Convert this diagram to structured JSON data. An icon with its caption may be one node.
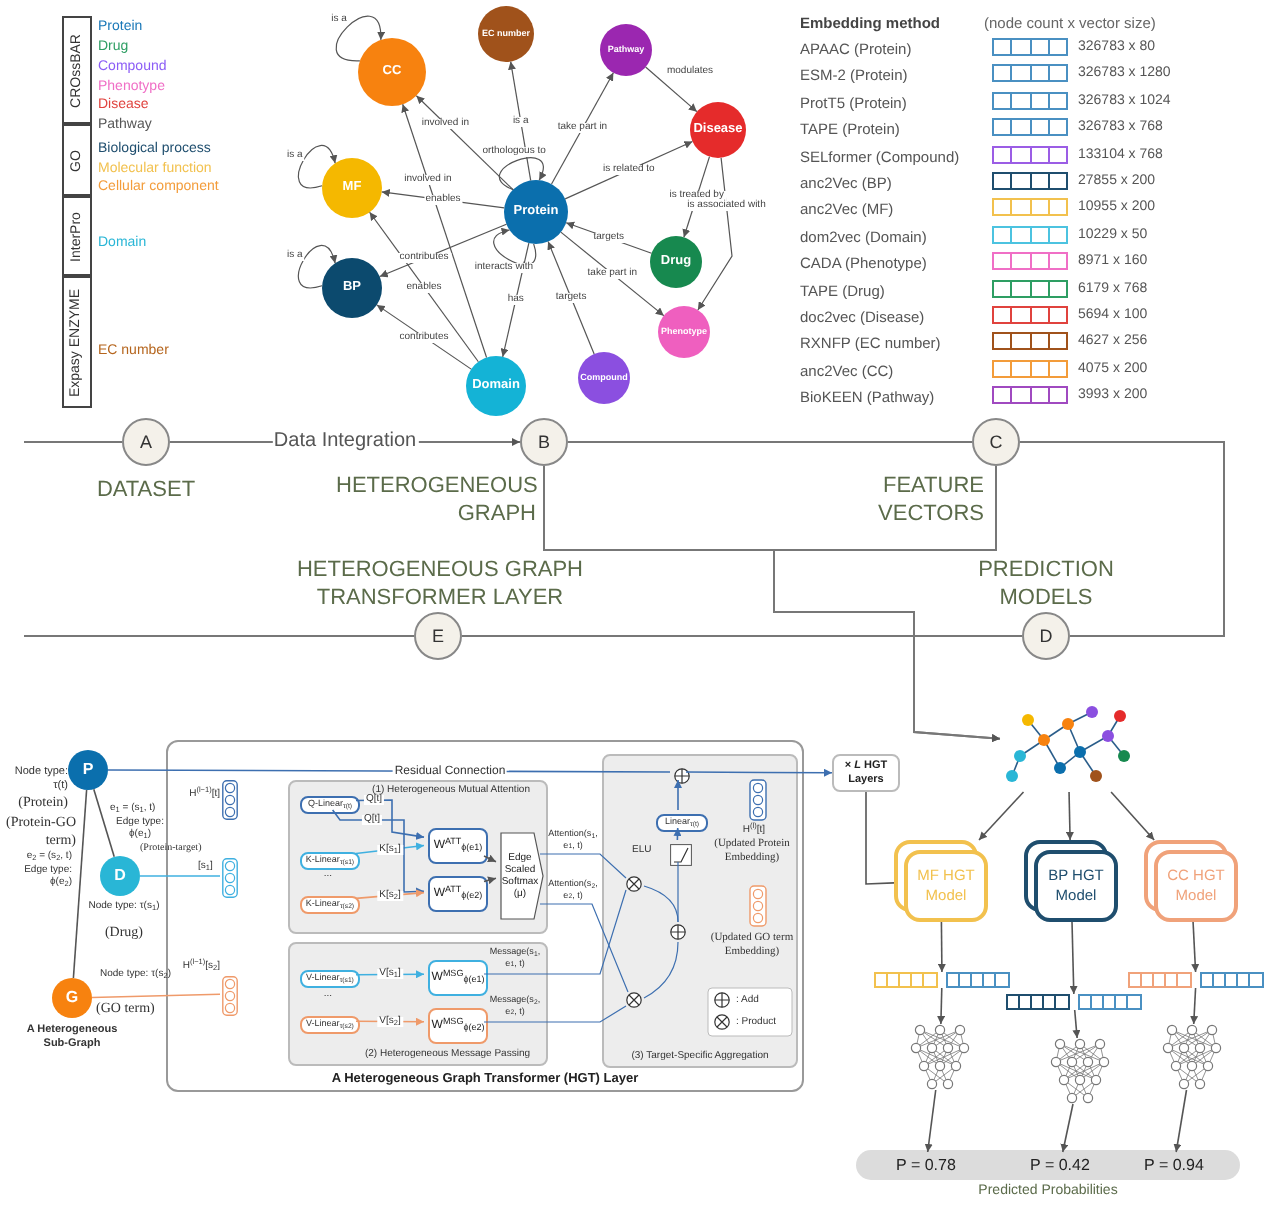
{
  "diagram": {
    "nodes": [
      {
        "text": [
          "CROssBAR"
        ]
      },
      {
        "text": [
          "GO"
        ]
      },
      {
        "text": [
          "InterPro"
        ]
      },
      {
        "text": [
          "Expasy ENZYME"
        ]
      },
      {
        "text": [
          "CC"
        ]
      },
      {
        "text": [
          "EC number"
        ]
      },
      {
        "text": [
          "Pathway"
        ]
      },
      {
        "text": [
          "MF"
        ]
      },
      {
        "text": [
          "Protein"
        ]
      },
      {
        "text": [
          "Disease"
        ]
      },
      {
        "text": [
          "BP"
        ]
      },
      {
        "text": [
          "Drug"
        ]
      },
      {
        "text": [
          "Domain"
        ]
      },
      {
        "text": [
          "Compound"
        ]
      },
      {
        "text": [
          "Phenotype"
        ]
      },
      {
        "text": [
          "A"
        ],
        "beside": [
          "DATASET"
        ]
      },
      {
        "text": [
          "B"
        ],
        "beside": [
          "HETEROGENEOUS GRAPH"
        ]
      },
      {
        "text": [
          "C"
        ],
        "beside": [
          "FEATURE VECTORS"
        ]
      },
      {
        "text": [
          "D"
        ],
        "beside": [
          "PREDICTION MODELS"
        ]
      },
      {
        "text": [
          "E"
        ],
        "beside": [
          "HETEROGENEOUS GRAPH TRANSFORMER LAYER"
        ]
      },
      {
        "text": [
          "P"
        ]
      },
      {
        "text": [
          "D"
        ]
      },
      {
        "text": [
          "G"
        ]
      },
      {
        "text": [
          "A Heterogeneous Graph Transformer (HGT) Layer"
        ]
      },
      {
        "text": [
          "(1) Heterogeneous Mutual Attention"
        ],
        "in": 23
      },
      {
        "text": [
          "Q-Linear$_{τ(t)}$"
        ],
        "in": 24
      },
      {
        "text": [
          "K-Linear$_{τ(s1)}$"
        ],
        "in": 24
      },
      {
        "text": [
          "K-Linear$_{τ(s2)}$"
        ],
        "in": 24
      },
      {
        "text": [
          "W$^{ATT}$$_{ϕ(e1)}$"
        ],
        "in": 24
      },
      {
        "text": [
          "W$^{ATT}$$_{ϕ(e2)}$"
        ],
        "in": 24
      },
      {
        "text": [
          "Edge Scaled Softmax (μ)"
        ],
        "in": 24
      },
      {
        "text": [
          "(2) Heterogeneous Message Passing"
        ],
        "in": 23
      },
      {
        "text": [
          "V-Linear$_{τ(s1)}$"
        ],
        "in": 31
      },
      {
        "text": [
          "V-Linear$_{τ(s2)}$"
        ],
        "in": 31
      },
      {
        "text": [
          "W$^{MSG}$$_{ϕ(e1)}$"
        ],
        "in": 31
      },
      {
        "text": [
          "W$^{MSG}$$_{ϕ(e2)}$"
        ],
        "in": 31
      },
      {
        "text": [
          "(3) Target-Specific Aggregation"
        ],
        "in": 23
      },
      {
        "text": [
          "× *L* HGT Layers"
        ]
      },
      {
        "text": [],
        "shape": "picture"
      },
      {
        "text": [
          "MF HGT Model"
        ]
      },
      {
        "text": [
          "BP HGT Model"
        ]
      },
      {
        "text": [
          "CC HGT Model"
        ]
      },
      {
        "text": [],
        "shape": "box"
      },
      {
        "text": [],
        "shape": "box"
      },
      {
        "text": [],
        "shape": "box"
      },
      {
        "text": [],
        "shape": "picture"
      },
      {
        "text": [],
        "shape": "picture"
      },
      {
        "text": [],
        "shape": "picture"
      },
      {
        "text": [],
        "shape": "bar",
        "beside": [
          "Predicted Probabilities"
        ]
      },
      {
        "text": [
          "P = 0.78"
        ],
        "in": 48
      },
      {
        "text": [
          "P = 0.42"
        ],
        "in": 48
      },
      {
        "text": [
          "P = 0.94"
        ],
        "in": 48
      },
      {
        "text": [
          "Linear$_{τ(t)}$"
        ],
        "in": 36
      },
      {
        "text": [],
        "shape": "box",
        "in": 23
      },
      {
        "text": [],
        "shape": "box",
        "in": 23
      },
      {
        "text": [],
        "shape": "box",
        "in": 23
      },
      {
        "text": [],
        "shape": "box",
        "in": 36,
        "beside": [
          "ELU"
        ]
      },
      {
        "text": [],
        "shape": "circle",
        "in": 36
      }
    ],
    "edges": [
      {
        "from": 4,
        "to": 4,
        "label": "is a",
        "arrow": "to"
      },
      {
        "from": 7,
        "to": 7,
        "label": "is a",
        "arrow": "to"
      },
      {
        "from": 10,
        "to": 10,
        "label": "is a",
        "arrow": "to"
      },
      {
        "from": 8,
        "to": 4,
        "label": "involved in",
        "arrow": "to"
      },
      {
        "from": 12,
        "to": 4,
        "label": "involved in",
        "arrow": "to"
      },
      {
        "from": 8,
        "to": 5,
        "label": "is a",
        "arrow": "to"
      },
      {
        "from": 8,
        "to": 8,
        "label": "orthologous to",
        "arrow": "to"
      },
      {
        "from": 8,
        "to": 6,
        "label": "take part in",
        "arrow": "to"
      },
      {
        "from": 8,
        "to": 9,
        "label": "is related to",
        "arrow": "to"
      },
      {
        "from": 11,
        "to": 8,
        "label": "targets",
        "arrow": "to"
      },
      {
        "from": 8,
        "to": 8,
        "label": "interacts with",
        "arrow": "to"
      },
      {
        "from": 8,
        "to": 14,
        "label": "take part in",
        "arrow": "to"
      },
      {
        "from": 13,
        "to": 8,
        "label": "targets",
        "arrow": "to"
      },
      {
        "from": 8,
        "to": 12,
        "label": "has",
        "arrow": "to"
      },
      {
        "from": 8,
        "to": 7,
        "label": "enables",
        "arrow": "to"
      },
      {
        "from": 8,
        "to": 10,
        "label": "contributes",
        "arrow": "to"
      },
      {
        "from": 12,
        "to": 7,
        "label": "enables",
        "arrow": "to"
      },
      {
        "from": 12,
        "to": 10,
        "label": "contributes",
        "arrow": "to"
      },
      {
        "from": 6,
        "to": 9,
        "label": "modulates",
        "arrow": "to"
      },
      {
        "from": 9,
        "to": 11,
        "label": "is treated by",
        "arrow": "to"
      },
      {
        "from": 9,
        "to": 14,
        "label": "is associated with",
        "arrow": "to"
      },
      {
        "from": null,
        "to": 15,
        "arrow": "none"
      },
      {
        "from": 15,
        "to": 16,
        "label": "Data Integration",
        "arrow": "to"
      },
      {
        "from": 16,
        "to": 17,
        "arrow": "none"
      },
      {
        "from": 17,
        "to": 18,
        "arrow": "none"
      },
      {
        "from": 18,
        "to": 19,
        "arrow": "none"
      },
      {
        "from": 19,
        "to": null,
        "arrow": "none"
      },
      {
        "from": 16,
        "to": 38,
        "arrow": "to"
      },
      {
        "from": 17,
        "to": 38,
        "arrow": "to"
      },
      {
        "from": 20,
        "to": 21,
        "arrow": "none"
      },
      {
        "from": 20,
        "to": 22,
        "arrow": "none"
      },
      {
        "from": 20,
        "to": 57,
        "label": "Residual Connection",
        "arrow": "none",
        "color": "#3d6fb0"
      },
      {
        "from": 21,
        "to": 54,
        "arrow": "none",
        "color": "#3fb0e0"
      },
      {
        "from": 22,
        "to": 55,
        "arrow": "none",
        "color": "#ef9a6a"
      },
      {
        "from": 25,
        "to": 28,
        "label": "Q[t]",
        "arrow": "to",
        "color": "#3d6fb0"
      },
      {
        "from": 26,
        "to": 28,
        "label": "K[s$_{1}$]",
        "arrow": "to",
        "color": "#3fb0e0"
      },
      {
        "from": 25,
        "to": 29,
        "label": "Q[t]",
        "arrow": "to",
        "color": "#3d6fb0"
      },
      {
        "from": 27,
        "to": 29,
        "label": "K[s$_{2}$]",
        "arrow": "to",
        "color": "#ef9a6a"
      },
      {
        "from": 28,
        "to": 30,
        "arrow": "to"
      },
      {
        "from": 29,
        "to": 30,
        "arrow": "to"
      },
      {
        "from": 32,
        "to": 34,
        "label": "V[s$_{1}$]",
        "arrow": "to",
        "color": "#3fb0e0"
      },
      {
        "from": 33,
        "to": 35,
        "label": "V[s$_{2}$]",
        "arrow": "to",
        "color": "#ef9a6a"
      },
      {
        "from": 56,
        "to": 52,
        "arrow": "to",
        "color": "#3d6fb0"
      },
      {
        "from": 52,
        "to": 57,
        "arrow": "to",
        "color": "#3d6fb0"
      },
      {
        "from": 37,
        "to": 39,
        "arrow": "none"
      },
      {
        "from": 38,
        "to": 39,
        "arrow": "to"
      },
      {
        "from": 38,
        "to": 40,
        "arrow": "to"
      },
      {
        "from": 38,
        "to": 41,
        "arrow": "to"
      },
      {
        "from": 39,
        "to": 42,
        "arrow": "to"
      },
      {
        "from": 40,
        "to": 43,
        "arrow": "to"
      },
      {
        "from": 41,
        "to": 44,
        "arrow": "to"
      },
      {
        "from": 42,
        "to": 45,
        "arrow": "to"
      },
      {
        "from": 43,
        "to": 46,
        "arrow": "to"
      },
      {
        "from": 44,
        "to": 47,
        "arrow": "to"
      },
      {
        "from": 45,
        "to": 49,
        "arrow": "to"
      },
      {
        "from": 46,
        "to": 50,
        "arrow": "to"
      },
      {
        "from": 47,
        "to": 51,
        "arrow": "to"
      },
      {
        "from": 57,
        "to": 37,
        "arrow": "to",
        "color": "#3d6fb0"
      }
    ],
    "labels": [
      "Embedding method",
      "(node count x vector size)",
      "APAAC (Protein)",
      "326783 x 80",
      "ESM-2 (Protein)",
      "326783 x 1280",
      "ProtT5 (Protein)",
      "326783 x 1024",
      "TAPE (Protein)",
      "326783 x 768",
      "SELformer (Compound)",
      "133104 x 768",
      "anc2Vec (BP)",
      "27855 x 200",
      "anc2Vec (MF)",
      "10955 x 200",
      "dom2vec (Domain)",
      "10229 x 50",
      "CADA (Phenotype)",
      "8971 x 160",
      "TAPE (Drug)",
      "6179 x 768",
      "doc2vec (Disease)",
      "5694 x 100",
      "RXNFP (EC number)",
      "4627 x 256",
      "anc2Vec (CC)",
      "4075 x 200",
      "BioKEEN (Pathway)",
      "3993 x 200",
      "Node type: τ(t)",
      "(Protein)",
      "e$_{1}$ = (s$_{1}$, t)",
      "Edge type: ϕ(e$_{1}$)",
      "(Protein-target)",
      "(Protein-GO term)",
      "e$_{2}$ = (s$_{2}$, t)",
      "Edge type: ϕ(e$_{2}$)",
      "Node type: τ(s$_{1}$)",
      "(Drug)",
      "Node type: τ(s$_{2}$)",
      "(GO term)",
      "A Heterogeneous Sub-Graph",
      "H$^{(l−1)}$[t]",
      "[s$_{1}$]",
      "H$^{(l−1)}$[s$_{2}$]",
      "...",
      "...",
      "Attention(s$_{1}$, e$_{1}$, t)",
      "Attention(s$_{2}$, e$_{2}$, t)",
      "Message(s$_{1}$, e$_{1}$, t)",
      "Message(s$_{2}$, e$_{2}$, t)",
      "H$^{(l)}$[t]",
      "(Updated Protein Embedding)",
      "(Updated GO term Embedding)",
      ": Add",
      ": Product"
    ],
    "legend": [
      {
        "text": "Protein",
        "color": "#1a78b8"
      },
      {
        "text": "Drug",
        "color": "#2e9e63"
      },
      {
        "text": "Compound",
        "color": "#8b5cf6"
      },
      {
        "text": "Phenotype",
        "color": "#f06fc6"
      },
      {
        "text": "Disease",
        "color": "#e0433e"
      },
      {
        "text": "Pathway",
        "color": "#555555"
      },
      {
        "text": "Biological process",
        "color": "#1f4e6e"
      },
      {
        "text": "Molecular function",
        "color": "#f2c14e"
      },
      {
        "text": "Cellular component",
        "color": "#f39c3a"
      },
      {
        "text": "Domain",
        "color": "#29b6d6"
      },
      {
        "text": "EC number",
        "color": "#b5651d"
      }
    ]
  }
}
